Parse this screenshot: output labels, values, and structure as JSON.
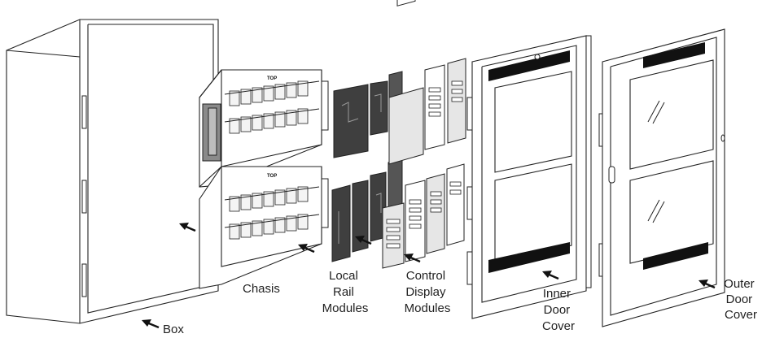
{
  "labels": {
    "box": "Box",
    "chasis": "Chasis",
    "local_rail": [
      "Local",
      "Rail",
      "Modules"
    ],
    "control_display": [
      "Control",
      "Display",
      "Modules"
    ],
    "inner_door": [
      "Inner",
      "Door",
      "Cover"
    ],
    "outer_door": [
      "Outer",
      "Door",
      "Cover"
    ]
  },
  "chassis_marking": "TOP",
  "colors": {
    "line": "#222222",
    "dark_module": "#3f3f3f",
    "grey_module": "#e6e6e6",
    "vent": "#111111"
  }
}
